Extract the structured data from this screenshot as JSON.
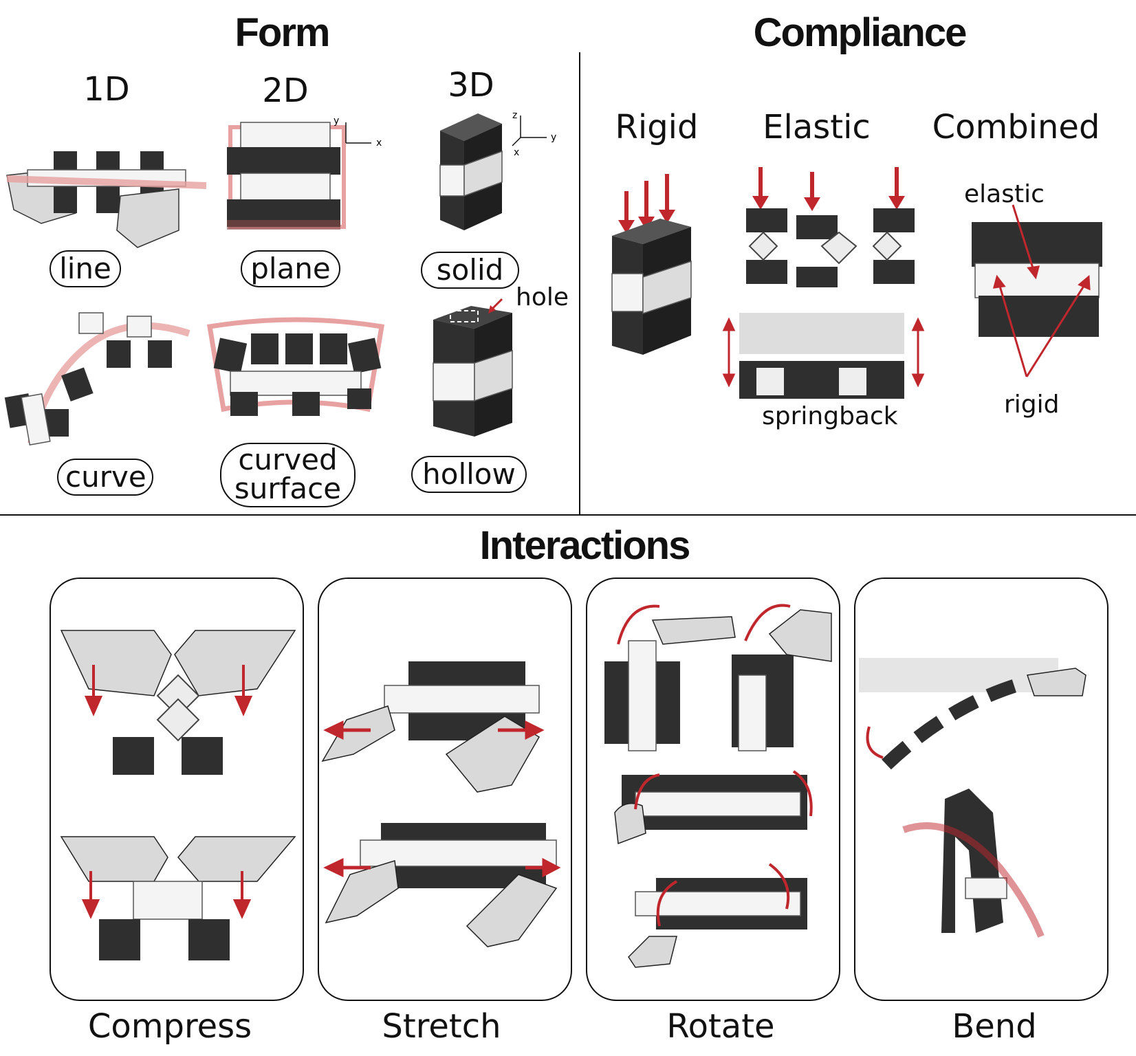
{
  "form": {
    "title": "Form",
    "columns": [
      "1D",
      "2D",
      "3D"
    ],
    "labels": {
      "line": "line",
      "plane": "plane",
      "solid": "solid",
      "curve": "curve",
      "curved_surface_1": "curved",
      "curved_surface_2": "surface",
      "hollow": "hollow"
    },
    "annotations": {
      "hole": "hole",
      "axis_y": "y",
      "axis_x": "x",
      "axis_z": "z"
    }
  },
  "compliance": {
    "title": "Compliance",
    "columns": [
      "Rigid",
      "Elastic",
      "Combined"
    ],
    "annotations": {
      "springback": "springback",
      "elastic": "elastic",
      "rigid": "rigid"
    }
  },
  "interactions": {
    "title": "Interactions",
    "panels": [
      "Compress",
      "Stretch",
      "Rotate",
      "Bend"
    ]
  },
  "colors": {
    "arrow": "#c0272d",
    "block_dark": "#2f2f2f",
    "tile_light": "#f4f4f4",
    "hand": "#d9d9d9",
    "path_highlight": "#e8a1a1"
  }
}
